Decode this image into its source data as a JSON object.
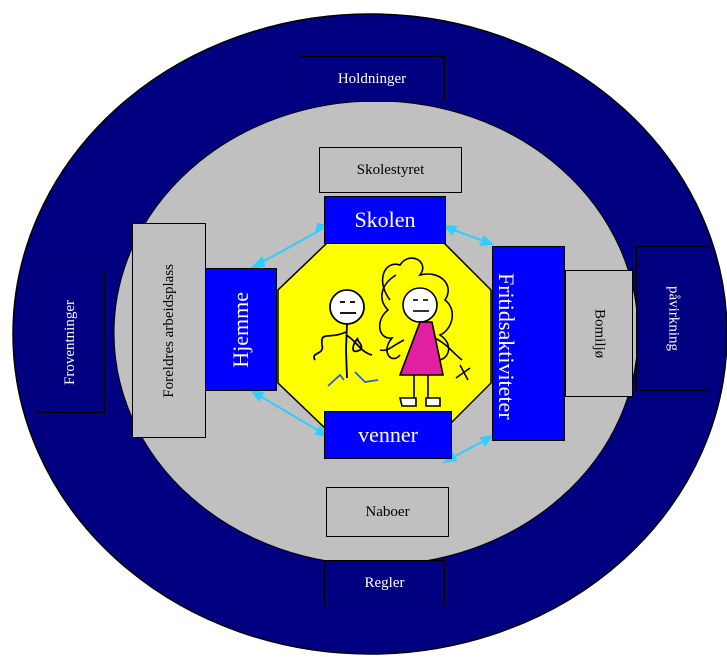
{
  "outer_ring": {
    "top": "Holdninger",
    "bottom": "Regler",
    "left": "Froventninger",
    "right": "påvirkning"
  },
  "middle_ring": {
    "top": "Skolestyret",
    "bottom": "Naboer",
    "left": "Foreldres arbeidsplass",
    "right": "Bomiljø"
  },
  "core": {
    "top": "Skolen",
    "bottom": "venner",
    "left": "Hjemme",
    "right": "Fritidsaktiviteter"
  },
  "colors": {
    "outer": "#000080",
    "middle": "#c0c0c0",
    "center": "#ffff00",
    "core_box": "#0000ff",
    "arrow": "#33ccff",
    "dress": "#e020a0"
  },
  "icons": [
    "stick-figure-boy-icon",
    "stick-figure-girl-icon"
  ]
}
